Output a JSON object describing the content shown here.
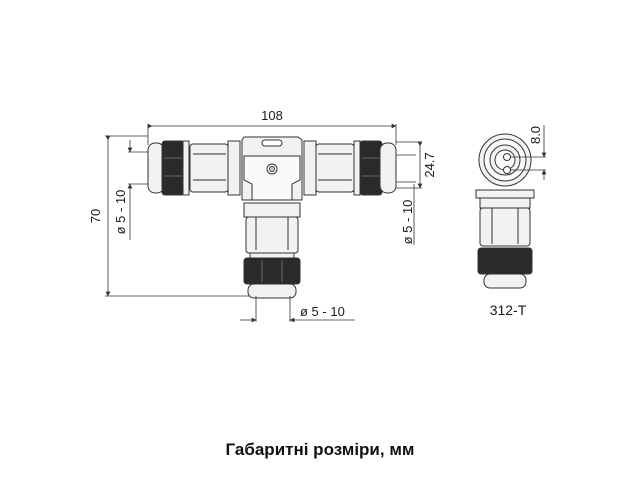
{
  "drawing": {
    "overall_width_label": "108",
    "overall_height_label": "70",
    "left_cable_diameter_label": "ø 5 - 10",
    "right_cable_diameter_label": "ø 5 - 10",
    "bottom_cable_diameter_label": "ø 5 - 10",
    "body_height_label": "24.7",
    "pin_spacing_label": "8.0",
    "model_label": "312-T"
  },
  "caption": "Габаритні розміри, мм",
  "colors": {
    "line": "#333333",
    "nut_dark": "#2a2a2a",
    "body_fill": "#f2f2f2",
    "background": "#ffffff"
  }
}
